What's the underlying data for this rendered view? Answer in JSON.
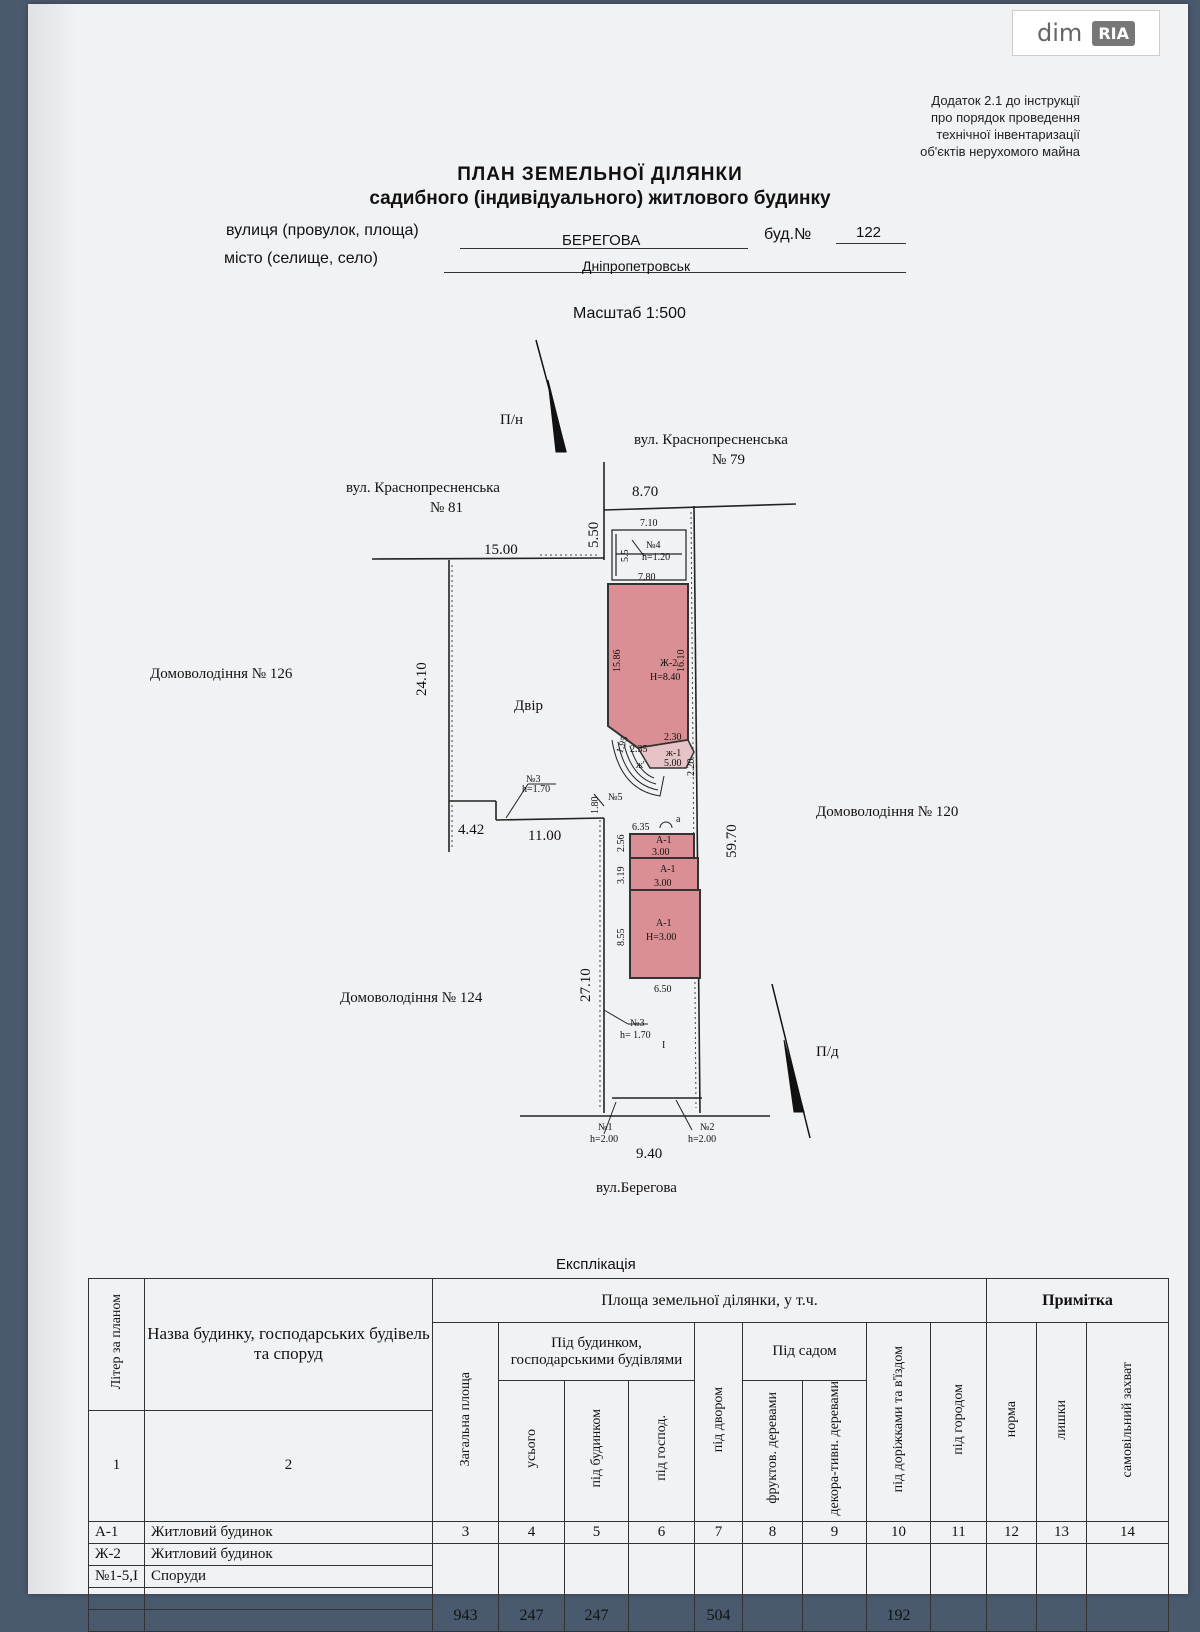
{
  "watermark": {
    "brand": "dim",
    "mark": "RIA"
  },
  "appendix": [
    "Додаток 2.1 до інструкції",
    "про порядок проведення",
    "технічної інвентаризації",
    "об'єктів нерухомого майна"
  ],
  "title": "ПЛАН ЗЕМЕЛЬНОЇ ДІЛЯНКИ",
  "subtitle": "садибного (індивідуального) житлового будинку",
  "address": {
    "street_label": "вулиця (провулок, площа)",
    "street_value": "БЕРЕГОВА",
    "house_label": "буд.№",
    "house_value": "122",
    "city_label": "місто (селище, село)",
    "city_value": "Дніпропетровськ"
  },
  "scale": "Масштаб 1:500",
  "plan": {
    "north_label": "П/н",
    "south_label": "П/д",
    "neighbors": {
      "north_right": [
        "вул. Краснопресненська",
        "№ 79"
      ],
      "north_left": [
        "вул. Краснопресненська",
        "№ 81"
      ],
      "west": "Домоволодіння № 126",
      "east": "Домоволодіння № 120",
      "south_west": "Домоволодіння № 124",
      "street_bottom": "вул.Берегова"
    },
    "yard": "Двір",
    "dims": {
      "top_width": "8.70",
      "top_depth": "5.50",
      "left_top": "15.00",
      "left_height": "24.10",
      "step_width": "4.42",
      "step_bottom": "11.00",
      "right_length": "59.70",
      "left_lower": "27.10",
      "bottom_width": "9.40",
      "shed_top": "7.10",
      "shed_side": "5.5",
      "zh2_top": "7.80",
      "zh2_left": "15.86",
      "zh2_right": "16.10",
      "zh1_top": "2.30",
      "zh1_left": "1.95",
      "zh1_mid": "2.35",
      "zh1_side": "2.20",
      "a_top": "6.35",
      "a_s1": "2.56",
      "a_s2": "3.19",
      "a_s3": "8.55",
      "a_bottom": "6.50",
      "n5_h": "1.80"
    },
    "structures": {
      "n4": [
        "№4",
        "h=1.20"
      ],
      "n3a": [
        "№3",
        "h=1.70"
      ],
      "n5": "№5",
      "n3b": [
        "№3",
        "h= 1.70"
      ],
      "n1": [
        "№1",
        "h=2.00"
      ],
      "n2": [
        "№2",
        "h=2.00"
      ],
      "mark_a": "а",
      "mark_one": "I"
    },
    "buildings": {
      "zh2": [
        "Ж-2",
        "Н=8.40"
      ],
      "zh1": [
        "ж-1",
        "5.00"
      ],
      "zh_small": "ж'",
      "a1_top": [
        "А-1",
        "3.00"
      ],
      "a1_mid": [
        "А-1",
        "3.00"
      ],
      "a1_bot": [
        "А-1",
        "Н=3.00"
      ]
    }
  },
  "explication": {
    "title": "Експлікація",
    "headers": {
      "litera": "Літер за планом",
      "name": "Назва будинку, господарських будівель та споруд",
      "area": "Площа земельної ділянки, у т.ч.",
      "note": "Примітка",
      "total": "Загальна площа",
      "under_buildings": "Під будинком, господарськими будівлями",
      "all": "усього",
      "under_house": "під будинком",
      "under_household": "під господ.",
      "yard": "під двором",
      "garden": "Під садом",
      "fruit": "фруктов. деревами",
      "decor": "декора-тивн. деревами",
      "roads": "під доріжками та в'їздом",
      "vegetable": "під городом",
      "norm": "норма",
      "excess": "лишки",
      "seizure": "самовільний захват"
    },
    "col_numbers": [
      "1",
      "2",
      "3",
      "4",
      "5",
      "6",
      "7",
      "8",
      "9",
      "10",
      "11",
      "12",
      "13",
      "14"
    ],
    "rows": [
      {
        "litera": "А-1",
        "name": "Житловий будинок"
      },
      {
        "litera": "Ж-2",
        "name": "Житловий будинок"
      },
      {
        "litera": "№1-5,І",
        "name": "Споруди"
      }
    ],
    "totals": {
      "total": "943",
      "all": "247",
      "under_house": "247",
      "yard": "504",
      "roads": "192"
    },
    "colors": {
      "building_fill": "#d98f94",
      "building_stroke": "#333333"
    }
  }
}
